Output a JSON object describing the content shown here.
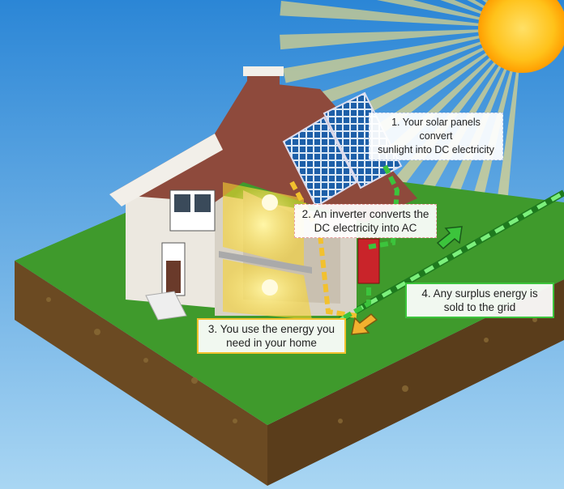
{
  "steps": [
    {
      "number": "1.",
      "line1": "Your solar panels convert",
      "line2": "sunlight into DC electricity"
    },
    {
      "number": "2.",
      "line1": "An inverter converts the",
      "line2": "DC electricity into AC"
    },
    {
      "number": "3.",
      "line1": "You use the energy you",
      "line2": "need in your home"
    },
    {
      "number": "4.",
      "line1": "Any surplus energy is",
      "line2": "sold to the grid"
    }
  ],
  "colors": {
    "sky": "#3a9be0",
    "sun": "#ffb000",
    "grass": "#3f9a2c",
    "soil": "#6b4a22",
    "roof": "#8e4a3c",
    "dc_line": "#3cc43c",
    "ac_line": "#f2c12e",
    "inverter": "#c9242a"
  }
}
